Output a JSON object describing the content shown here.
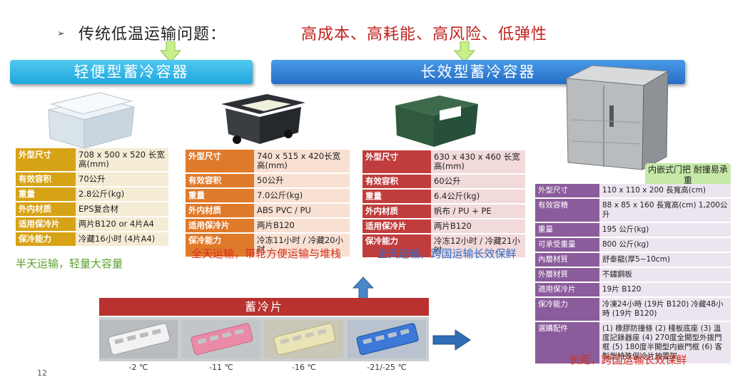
{
  "heading": {
    "bullet": "➢",
    "main": "传统低温运输问题：",
    "problems": "高成本、高耗能、高风险、低弹性"
  },
  "banners": {
    "light": "轻便型蓄冷容器",
    "long": "长效型蓄冷容器"
  },
  "tables": [
    {
      "rows": [
        {
          "k": "外型尺寸",
          "v": "708 x 500 x 520 长宽高(mm)"
        },
        {
          "k": "有效容积",
          "v": "70公升"
        },
        {
          "k": "重量",
          "v": "2.8公斤(kg)"
        },
        {
          "k": "外内材质",
          "v": "EPS复合材"
        },
        {
          "k": "适用保冷片",
          "v": "两片B120 or 4片A4"
        },
        {
          "k": "保冷能力",
          "v": "冷藏16小时 (4片A4)"
        }
      ]
    },
    {
      "rows": [
        {
          "k": "外型尺寸",
          "v": "740 x 515 x 420长宽高(mm)"
        },
        {
          "k": "有效容积",
          "v": "50公升"
        },
        {
          "k": "重量",
          "v": "7.0公斤(kg)"
        },
        {
          "k": "外内材质",
          "v": "ABS PVC / PU"
        },
        {
          "k": "适用保冷片",
          "v": "两片B120"
        },
        {
          "k": "保冷能力",
          "v": "冷冻11小时 / 冷藏20小时"
        }
      ]
    },
    {
      "rows": [
        {
          "k": "外型尺寸",
          "v": "630 x 430 x 460 长宽高(mm)"
        },
        {
          "k": "有效容积",
          "v": "60公升"
        },
        {
          "k": "重量",
          "v": "6.4公斤(kg)"
        },
        {
          "k": "外内材质",
          "v": "帆布 / PU + PE"
        },
        {
          "k": "适用保冷片",
          "v": "两片B120"
        },
        {
          "k": "保冷能力",
          "v": "冷冻12小时 / 冷藏21小时"
        }
      ]
    },
    {
      "rows": [
        {
          "k": "外型尺寸",
          "v": "110 x 110 x 200 長寬高(cm)"
        },
        {
          "k": "有效容積",
          "v": "88 x 85 x 160 長寬高(cm) 1,200公升"
        },
        {
          "k": "重量",
          "v": "195 公斤(kg)"
        },
        {
          "k": "可承受重量",
          "v": "800 公斤(kg)"
        },
        {
          "k": "內層材質",
          "v": "舒泰龍(厚5~10cm)"
        },
        {
          "k": "外層材質",
          "v": "不鏽鋼板"
        },
        {
          "k": "適用保冷片",
          "v": "19片 B120"
        },
        {
          "k": "保冷能力",
          "v": "冷凍24小時 (19片 B120) 冷藏48小時 (19片 B120)"
        },
        {
          "k": "選購配件",
          "v": "(1) 橡膠防撞條 (2) 棧板底座 (3) 溫度記錄器座 (4) 270度全開型外拨門框 (5) 180度半開型内嵌門框 (6) 客製型特殊保冷片放置架"
        }
      ]
    }
  ],
  "captions": {
    "c1": "半天运输，轻量大容量",
    "c2": "全天运输，带轮方便运输与堆栈",
    "c3": "全天运输，跨国运输长效保鲜",
    "c4": "长距、跨国运输长效保鲜"
  },
  "handle_note": "内嵌式门把 耐撞易承重",
  "packs": {
    "title": "蓄冷片",
    "temps": [
      "-2 ℃",
      "-11 ℃",
      "-16 ℃",
      "-21/-25 ℃"
    ],
    "colors": [
      "#f2f2f2",
      "#e98aa6",
      "#e9e4b8",
      "#3c78d8"
    ]
  },
  "page_number": "12"
}
